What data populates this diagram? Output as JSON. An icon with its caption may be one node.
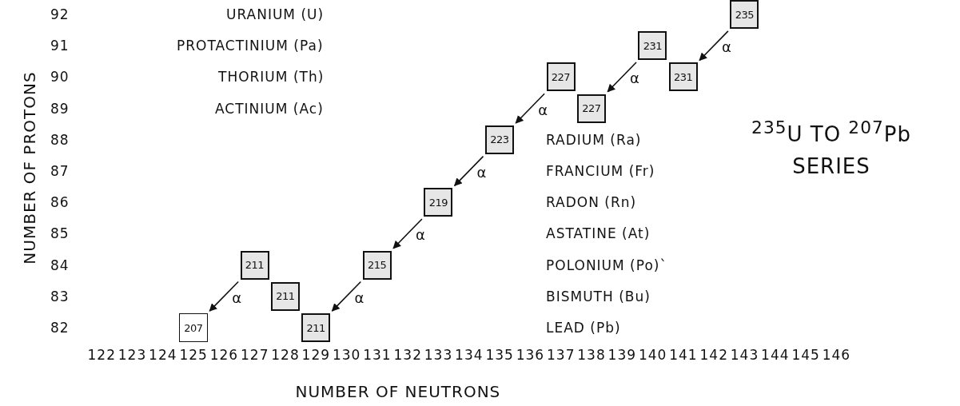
{
  "diagram": {
    "title": "$^{235}$U TO $^{207}$Pb SERIES",
    "nodes": [
      {
        "text": [
          "235"
        ]
      },
      {
        "text": [
          "231"
        ]
      },
      {
        "text": [
          "227"
        ]
      },
      {
        "text": [
          "231"
        ]
      },
      {
        "text": [
          "227"
        ]
      },
      {
        "text": [
          "223"
        ]
      },
      {
        "text": [
          "219"
        ]
      },
      {
        "text": [
          "211"
        ]
      },
      {
        "text": [
          "215"
        ]
      },
      {
        "text": [
          "211"
        ]
      },
      {
        "text": [
          "207"
        ]
      },
      {
        "text": [
          "211"
        ]
      }
    ],
    "edges": [
      {
        "from": 0,
        "to": 3,
        "arrow": "to",
        "label": "α"
      },
      {
        "from": 1,
        "to": 4,
        "arrow": "to",
        "label": "α"
      },
      {
        "from": 2,
        "to": 5,
        "arrow": "to",
        "label": "α"
      },
      {
        "from": 5,
        "to": 6,
        "arrow": "to",
        "label": "α"
      },
      {
        "from": 6,
        "to": 8,
        "arrow": "to",
        "label": "α"
      },
      {
        "from": 8,
        "to": 11,
        "arrow": "to",
        "label": "α"
      },
      {
        "from": 7,
        "to": 10,
        "arrow": "to",
        "label": "α"
      }
    ],
    "labels": [
      "NUMBER OF PROTONS",
      "92",
      "URANIUM (U)",
      "91",
      "PROTACTINIUM (Pa)",
      "90",
      "THORIUM (Th)",
      "89",
      "ACTINIUM (Ac)",
      "88",
      "RADIUM (Ra)",
      "87",
      "FRANCIUM (Fr)",
      "86",
      "RADON (Rn)",
      "85",
      "ASTATINE (At)",
      "84",
      "POLONIUM (Po)`",
      "83",
      "BISMUTH (Bu)",
      "82",
      "LEAD (Pb)",
      "122",
      "123",
      "124",
      "125",
      "126",
      "127",
      "128",
      "129",
      "130",
      "131",
      "132",
      "133",
      "134",
      "135",
      "136",
      "137",
      "138",
      "139",
      "140",
      "141",
      "142",
      "143",
      "144",
      "145",
      "146",
      "NUMBER OF NEUTRONS"
    ]
  }
}
